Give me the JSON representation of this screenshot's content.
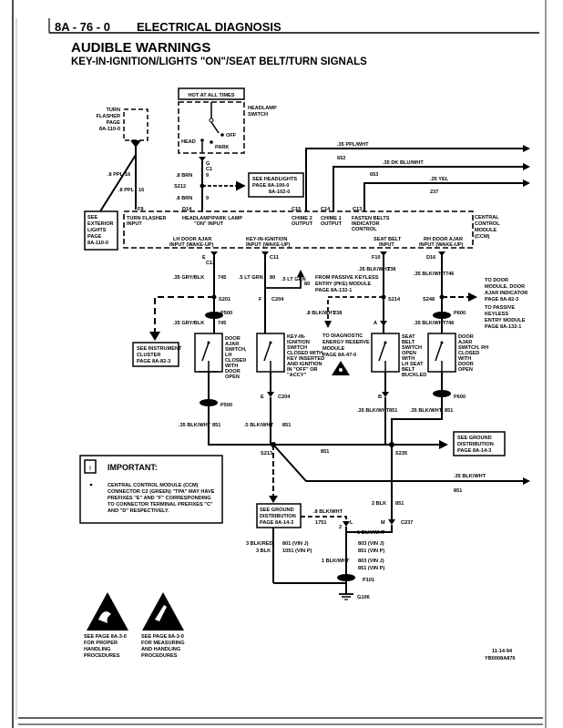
{
  "header": {
    "page_number": "8A - 76 - 0",
    "section": "ELECTRICAL DIAGNOSIS",
    "title": "AUDIBLE WARNINGS",
    "subtitle": "KEY-IN-IGNITION/LIGHTS \"ON\"/SEAT BELT/TURN SIGNALS"
  },
  "labels": {
    "hot_at_all_times": "HOT AT ALL TIMES",
    "headlamp_switch": [
      "HEADLAMP",
      "SWITCH"
    ],
    "off": "OFF",
    "head": "HEAD",
    "park": "PARK",
    "turn_flasher": [
      "TURN",
      "FLASHER",
      "PAGE",
      "8A-110-0"
    ],
    "see_exterior_lights": [
      "SEE",
      "EXTERIOR",
      "LIGHTS",
      "PAGE",
      "8A-110-0"
    ],
    "see_headlights": [
      "SEE HEADLIGHTS",
      "PAGE 8A-100-0",
      "8A-102-0"
    ],
    "ccm_title": [
      "CENTRAL",
      "CONTROL",
      "MODULE",
      "(CCM)"
    ],
    "turn_flasher_input": [
      "TURN FLASHER",
      "INPUT"
    ],
    "headlamp_park_input": [
      "HEADLAMP/PARK LAMP",
      "\"ON\" INPUT"
    ],
    "chime2_output": [
      "CHIME 2",
      "OUTPUT"
    ],
    "chime1_output": [
      "CHIME 1",
      "OUTPUT"
    ],
    "fasten_belts": [
      "FASTEN BELTS",
      "INDICATOR",
      "CONTROL"
    ],
    "lh_door_ajar_input": [
      "LH DOOR AJAR",
      "INPUT (WAKE-UP)"
    ],
    "key_in_ignition_input": [
      "KEY-IN-IGNITION",
      "INPUT (WAKE-UP)"
    ],
    "seat_belt_input": [
      "SEAT BELT",
      "INPUT"
    ],
    "rh_door_ajar_input": [
      "RH DOOR AJAR",
      "INPUT (WAKE-UP)"
    ],
    "from_pke": [
      "FROM PASSIVE KEYLESS",
      "ENTRY (PKE) MODULE",
      "PAGE 8A-132-1"
    ],
    "to_diagnostic": [
      "TO DIAGNOSTIC",
      "ENERGY RESERVE",
      "MODULE",
      "PAGE 8A-47-0"
    ],
    "to_door_module": [
      "TO DOOR",
      "MODULE, DOOR",
      "AJAR INDICATOR",
      "PAGE 8A-82-3"
    ],
    "to_passive_keyless": [
      "TO PASSIVE",
      "KEYLESS",
      "ENTRY MODULE",
      "PAGE 8A-132-1"
    ],
    "see_instrument_cluster": [
      "SEE INSTRUMENT",
      "CLUSTER",
      "PAGE 8A-82-3"
    ],
    "door_ajar_switch_lh": [
      "DOOR",
      "AJAR",
      "SWITCH,",
      "LH",
      "CLOSED",
      "WITH",
      "DOOR",
      "OPEN"
    ],
    "key_in_ignition_switch": [
      "KEY-IN-",
      "IGNITION",
      "SWITCH",
      "CLOSED WITH",
      "KEY INSERTED",
      "AND IGNITION",
      "IN \"OFF\" OR",
      "\"ACCY\""
    ],
    "seat_belt_switch": [
      "SEAT",
      "BELT",
      "SWITCH",
      "OPEN",
      "WITH",
      "LH SEAT",
      "BELT",
      "BUCKLED"
    ],
    "door_ajar_switch_rh": [
      "DOOR",
      "AJAR",
      "SWITCH, RH",
      "CLOSED",
      "WITH",
      "DOOR",
      "OPEN"
    ],
    "see_ground_distribution_right": [
      "SEE GROUND",
      "DISTRIBUTION",
      "PAGE 8A-14-3"
    ],
    "see_ground_distribution_left": [
      "SEE GROUND",
      "DISTRIBUTION",
      "PAGE 8A-14-3"
    ],
    "important_title": "IMPORTANT:",
    "important_text": [
      "CENTRAL CONTROL MODULE (CCM)",
      "CONNECTOR C2 (GREEN) \"TPA\" MAY HAVE",
      "PREFIXES \"E\" AND \"F\" CORRESPONDING",
      "TO CONNECTOR TERMINAL PREFIXES \"C\"",
      "AND \"D\" RESPECTIVELY."
    ],
    "warning_left": [
      "SEE PAGE 8A-3-0",
      "FOR PROPER",
      "HANDLING",
      "PROCEDURES"
    ],
    "warning_right": [
      "SEE PAGE 8A-3-0",
      "FOR MEASURING",
      "AND HANDLING",
      "PROCEDURES"
    ],
    "date": "11-14-94",
    "doc_id": "YB0008A876",
    "info_icon": "!"
  },
  "wires": {
    "w_35ppl_wht": ".35 PPL/WHT",
    "w_652": "652",
    "w_35dkblu_wht": ".35 DK BLU/WHT",
    "w_653": "653",
    "w_35yel": ".35 YEL",
    "w_237": "237",
    "w_8ppl_a": ".8 PPL",
    "w_16_a": "16",
    "w_8ppl_b": ".8 PPL",
    "w_16_b": "16",
    "w_8brn_a": ".8 BRN",
    "w_9_a": "9",
    "w_8brn_b": ".8 BRN",
    "w_9_b": "9",
    "w_35gry_blk_a": ".35 GRY/BLK",
    "w_745_a": "745",
    "w_35gry_blk_b": ".35 GRY/BLK",
    "w_745_b": "745",
    "w_5ltgrn_a": ".5 LT GRN",
    "w_80_a": "80",
    "w_5ltgrn_b": ".5 LT GRN",
    "w_80_b": "80",
    "w_35blk_wht_sb": ".35 BLK/WHT",
    "w_238_a": "238",
    "w_8blk_wht_diag": ".8 BLK/WHT",
    "w_238_b": "238",
    "w_35blk_wht_rh": ".35 BLK/WHT",
    "w_746_a": "746",
    "w_35blk_wht_rh2": ".35 BLK/WHT",
    "w_746_b": "746",
    "w_35blk_wht_g1": ".35 BLK/WHT",
    "w_851_1": "851",
    "w_5blk_wht": ".5 BLK/WHT",
    "w_851_2": "851",
    "w_35blk_wht_g3": ".35 BLK/WHT",
    "w_851_3": "851",
    "w_35blk_wht_g4": ".35 BLK/WHT",
    "w_851_4": "851",
    "w_851_5": "851",
    "w_35blk_wht_r": ".35 BLK/WHT",
    "w_851_6": "851",
    "w_2blk": "2 BLK",
    "w_851_7": "851",
    "w_8blk_wht_l": ".8 BLK/WHT",
    "w_1751": "1751",
    "w_1blk_wht": "1 BLK/WHT",
    "w_3blk_red": "3 BLK/RED",
    "w_801_vinj": "801 (VIN J)",
    "w_3blk": "3 BLK",
    "w_1051_vinp": "1051 (VIN P)",
    "w_803_vinj_a": "803 (VIN J)",
    "w_851_vinp_a": "851 (VIN P)",
    "w_1blk_wht_b": "1 BLK/WHT",
    "w_803_vinj_b": "803 (VIN J)",
    "w_851_vinp_b": "851 (VIN P)"
  },
  "connectors": {
    "g": "G",
    "c1": "C1",
    "s212": "S212",
    "d14": "D14",
    "f9": "F9",
    "c15": "C15",
    "c14": "C14",
    "c13": "C13",
    "e": "E",
    "c12": "C12",
    "c11": "C11",
    "f10": "F10",
    "d16": "D16",
    "s201": "S201",
    "c204_a": "C204",
    "f": "F",
    "s214": "S214",
    "s248": "S248",
    "p500_a": "P500",
    "b": "B",
    "a_sb": "A",
    "p600_a": "P600",
    "p500_b": "P500",
    "e_b": "E",
    "c204_b": "C204",
    "p600_b": "P600",
    "s213": "S213",
    "s235": "S235",
    "l": "L",
    "m": "M",
    "c237": "C237",
    "two": "2",
    "p101": "P101",
    "g106": "G106"
  }
}
